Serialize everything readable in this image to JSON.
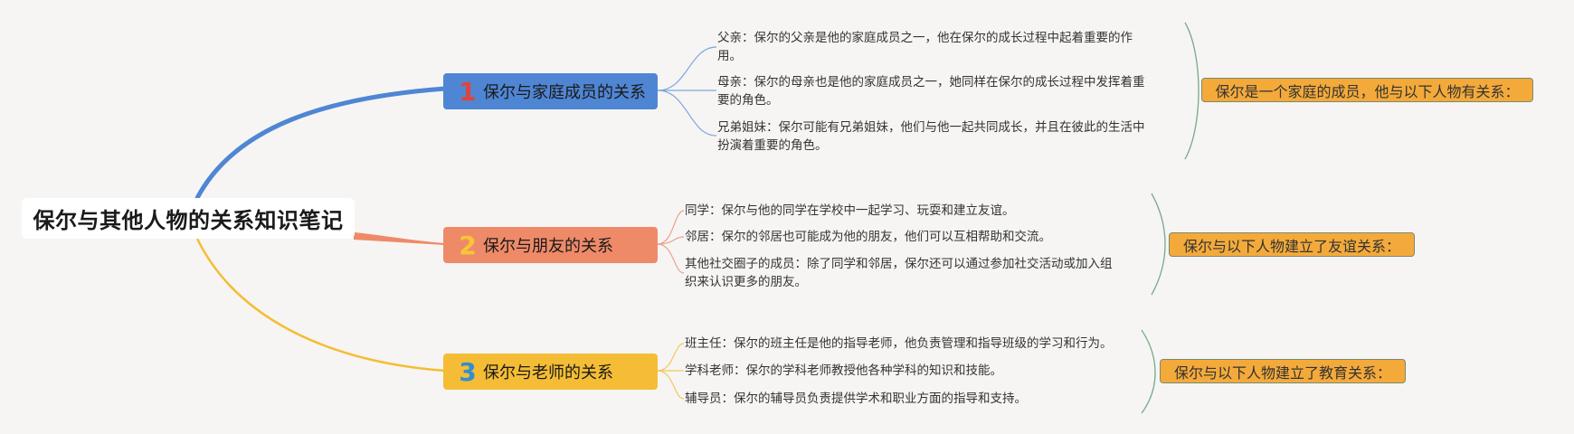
{
  "root": {
    "title": "保尔与其他人物的关系知识笔记"
  },
  "branches": [
    {
      "number": "1",
      "title": "保尔与家庭成员的关系",
      "color": "#4f86d4",
      "number_color": "#e0443a",
      "leaf_line_color": "#7fa6dd",
      "summary": "保尔是一个家庭的成员，他与以下人物有关系：",
      "leaves": [
        [
          "父亲：保尔的父亲是他的家庭成员之一，他在保尔的成长过程中起着重要的作",
          "用。"
        ],
        [
          "母亲：保尔的母亲也是他的家庭成员之一，她同样在保尔的成长过程中发挥着重",
          "要的角色。"
        ],
        [
          "兄弟姐妹：保尔可能有兄弟姐妹，他们与他一起共同成长，并且在彼此的生活中",
          "扮演着重要的角色。"
        ]
      ]
    },
    {
      "number": "2",
      "title": "保尔与朋友的关系",
      "color": "#ef8a68",
      "number_color": "#f7c636",
      "leaf_line_color": "#efa090",
      "summary": "保尔与以下人物建立了友谊关系：",
      "leaves": [
        [
          "同学：保尔与他的同学在学校中一起学习、玩耍和建立友谊。"
        ],
        [
          "邻居：保尔的邻居也可能成为他的朋友，他们可以互相帮助和交流。"
        ],
        [
          "其他社交圈子的成员：除了同学和邻居，保尔还可以通过参加社交活动或加入组",
          "织来认识更多的朋友。"
        ]
      ]
    },
    {
      "number": "3",
      "title": "保尔与老师的关系",
      "color": "#f4bd35",
      "number_color": "#2f8fd0",
      "leaf_line_color": "#f2c860",
      "summary": "保尔与以下人物建立了教育关系：",
      "leaves": [
        [
          "班主任：保尔的班主任是他的指导老师，他负责管理和指导班级的学习和行为。"
        ],
        [
          "学科老师：保尔的学科老师教授他各种学科的知识和技能。"
        ],
        [
          "辅导员：保尔的辅导员负责提供学术和职业方面的指导和支持。"
        ]
      ]
    }
  ]
}
